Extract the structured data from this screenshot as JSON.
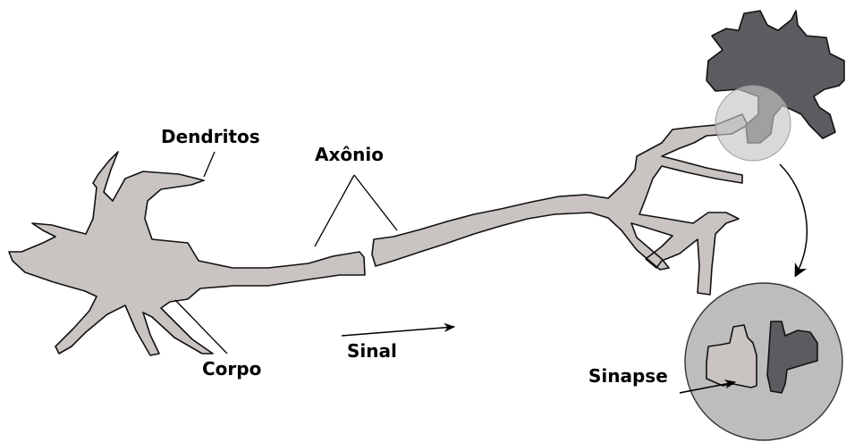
{
  "labels": {
    "dendritos": "Dendritos",
    "axonio": "Axônio",
    "corpo": "Corpo",
    "sinal": "Sinal",
    "sinapse": "Sinapse"
  },
  "colors": {
    "neuron_fill": "#c9c4c1",
    "second_neuron_fill": "#5c5b60",
    "zoom_circle_fill": "#bdbdbd",
    "highlight_circle_fill": "#c4c4c4",
    "outline": "#111111"
  }
}
